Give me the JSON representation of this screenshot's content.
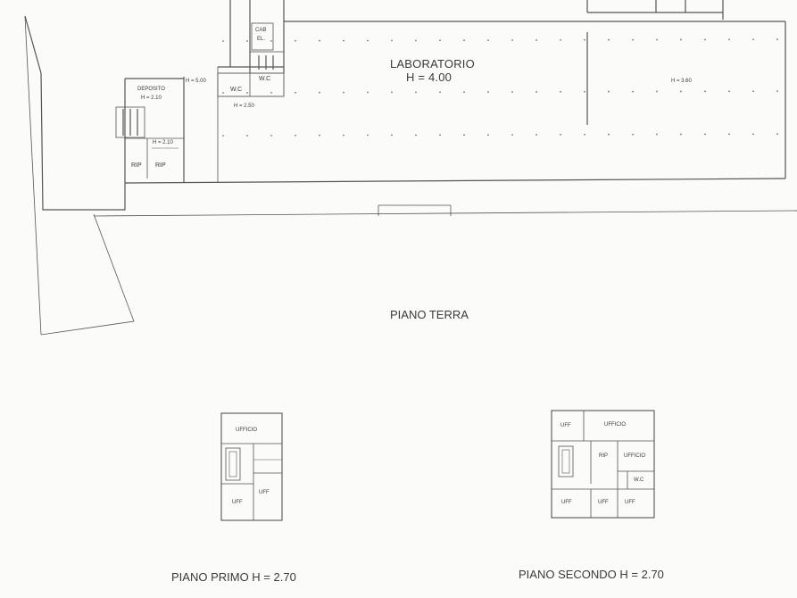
{
  "ground_floor": {
    "title": "PIANO TERRA",
    "laboratorio": {
      "name": "LABORATORIO",
      "height": "H = 4.00"
    },
    "right_height": "H = 3.60",
    "cab_el": [
      "CAB",
      "EL."
    ],
    "wc_upper": "W.C",
    "wc_lower": "W.C",
    "h_500": "H = 5.00",
    "h_250": "H = 2.50",
    "deposito": {
      "name": "DEPOSITO",
      "height": "H = 2.10"
    },
    "h_210": "H = 2.10",
    "rip_left": "RIP",
    "rip_right": "RIP"
  },
  "first_floor": {
    "title": "PIANO PRIMO  H = 2.70",
    "ufficio": "UFFICIO",
    "uff_left": "UFF",
    "uff_right": "UFF"
  },
  "second_floor": {
    "title": "PIANO SECONDO H = 2.70",
    "uff_top": "UFF",
    "ufficio_top": "UFFICIO",
    "rip": "RIP",
    "ufficio_mid": "UFFICIO",
    "wc": "W.C",
    "uff_bl": "UFF",
    "uff_bm": "UFF",
    "uff_br": "UFF"
  }
}
